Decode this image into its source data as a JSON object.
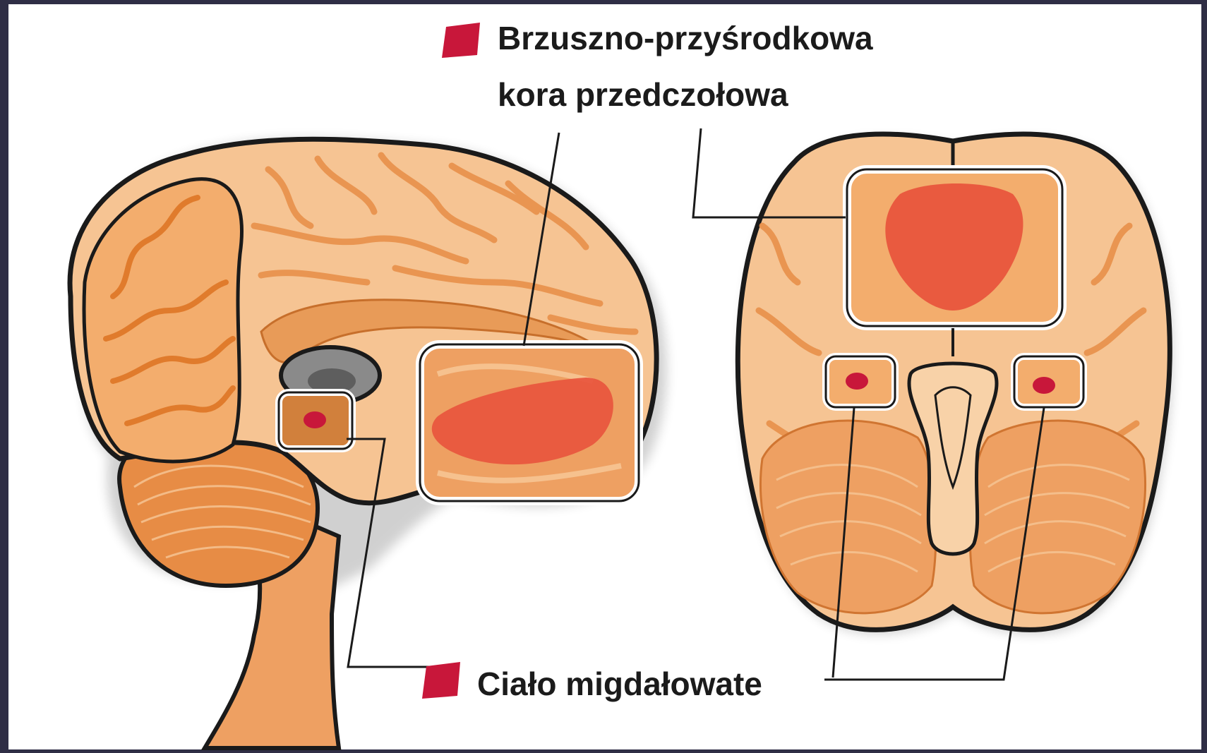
{
  "diagram": {
    "labels": {
      "vmpfc_line1": "Brzuszno-przyśrodkowa",
      "vmpfc_line2": "kora przedczołowa",
      "amygdala": "Ciało migdałowate"
    },
    "colors": {
      "highlight": "#c8173a",
      "region": "#e8553d",
      "brain_light": "#f6c493",
      "brain_mid": "#eea062",
      "brain_dark": "#e07b2c",
      "outline": "#1a1a1a",
      "background": "#2f2e45"
    }
  }
}
